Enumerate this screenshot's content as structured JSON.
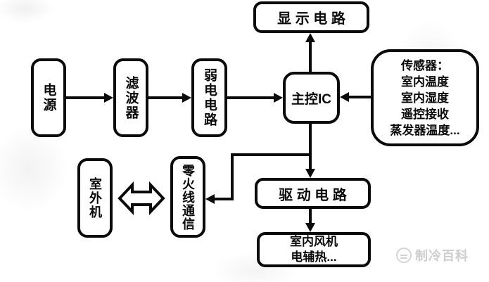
{
  "diagram": {
    "title_context": "air-conditioner indoor unit control circuit block diagram",
    "boxes": {
      "power": {
        "label": "电源"
      },
      "filter": {
        "label": "滤波器"
      },
      "weak_current": {
        "label": "弱电电路"
      },
      "display": {
        "label": "显 示 电 路"
      },
      "main_ic": {
        "label": "主控IC"
      },
      "sensors": {
        "lines": [
          "传感器：",
          "室内温度",
          "室内湿度",
          "遥控接收",
          "蒸发器温度..."
        ]
      },
      "outdoor_unit": {
        "label": "室外机"
      },
      "line_comm": {
        "label": "零火线通信"
      },
      "drive": {
        "label": "驱 动 电 路"
      },
      "indoor_fan": {
        "lines": [
          "室内风机",
          "电辅热..."
        ]
      }
    },
    "colors": {
      "line": "#0a0a0a",
      "box_background": "#ffffff",
      "watermark_text": "#cdcdcd"
    },
    "watermark": {
      "text": "制冷百科"
    }
  }
}
